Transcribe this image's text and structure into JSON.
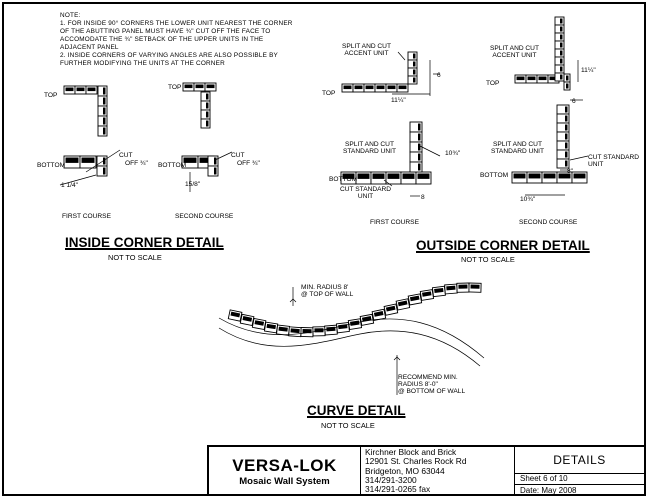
{
  "note": {
    "lines": [
      "NOTE:",
      "1. FOR INSIDE 90° CORNERS THE LOWER UNIT NEAREST THE CORNER",
      "OF THE   ABUTTING PANEL MUST HAVE ¾\" CUT OFF THE FACE TO",
      "ACCOMODATE THE ¾\"   SETBACK OF THE UPPER UNITS IN THE",
      "ADJACENT PANEL",
      "2. INSIDE CORNERS OF VARYING ANGLES ARE ALSO POSSIBLE BY",
      "FURTHER MODIFYING   THE UNITS AT THE CORNER"
    ]
  },
  "inside": {
    "top_a": "TOP",
    "top_b": "TOP",
    "bottom_a": "BOTTOM",
    "bottom_b": "BOTTOM",
    "cut_a": "CUT",
    "off_a": "OFF ¾\"",
    "cut_b": "CUT",
    "off_b": "OFF ¾\"",
    "dim_a": "1 1/4\"",
    "dim_b": "15/8\"",
    "course_first": "FIRST COURSE",
    "course_second": "SECOND COURSE",
    "title": "INSIDE CORNER DETAIL",
    "scale": "NOT TO SCALE"
  },
  "outside": {
    "split_accent_a": "SPLIT AND CUT\nACCENT UNIT",
    "split_accent_b": "SPLIT AND CUT\nACCENT UNIT",
    "split_standard_a": "SPLIT AND CUT\nSTANDARD UNIT",
    "split_standard_b": "SPLIT AND CUT\nSTANDARD UNIT",
    "cut_standard_a": "CUT STANDARD\nUNIT",
    "cut_standard_b": "CUT STANDARD\nUNIT",
    "top_a": "TOP",
    "top_b": "TOP",
    "bottom_a": "BOTTOM",
    "bottom_b": "BOTTOM",
    "dim_6": "6",
    "dim_6b": "6",
    "dim_1114": "11¼\"",
    "dim_1114b": "11¼\"",
    "dim_1034": "10¾\"",
    "dim_1034b": "10¾\"",
    "dim_8": "8",
    "dim_8b": "8\"",
    "course_first": "FIRST COURSE",
    "course_second": "SECOND COURSE",
    "title": "OUTSIDE CORNER DETAIL",
    "scale": "NOT TO SCALE"
  },
  "curve": {
    "min_radius": "MIN. RADIUS 8'\n@ TOP OF WALL",
    "recommend": "RECOMMEND MIN.\nRADIUS 8'-0\"\n@ BOTTOM OF WALL",
    "title": "CURVE DETAIL",
    "scale": "NOT TO SCALE"
  },
  "title_block": {
    "brand": "VERSA-LOK",
    "product": "Mosaic Wall System",
    "address_lines": [
      "Kirchner Block and Brick",
      "12901 St. Charles Rock Rd",
      "Bridgeton, MO  63044",
      "314/291-3200",
      "314/291-0265 fax"
    ],
    "section": "DETAILS",
    "sheet": "Sheet 6 of 10",
    "date": "Date: May 2008"
  }
}
